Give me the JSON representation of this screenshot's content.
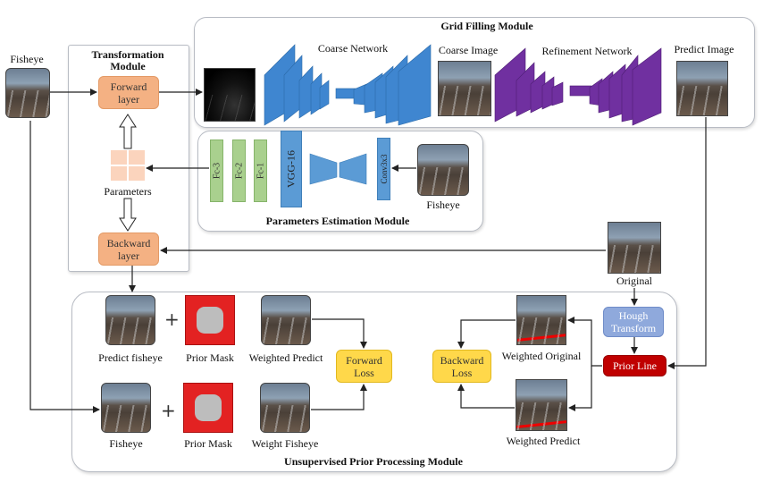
{
  "modules": {
    "grid_filling": "Grid Filling Module",
    "transformation": "Transformation\nModule",
    "parameters_estimation": "Parameters Estimation Module",
    "unsupervised": "Unsupervised Prior Processing Module"
  },
  "labels": {
    "fisheye_input": "Fisheye",
    "coarse_network": "Coarse Network",
    "coarse_image": "Coarse Image",
    "refinement_network": "Refinement Network",
    "predict_image": "Predict Image",
    "parameters": "Parameters",
    "fisheye_param": "Fisheye",
    "original": "Original",
    "predict_fisheye": "Predict fisheye",
    "prior_mask_top": "Prior Mask",
    "weighted_predict_top": "Weighted Predict",
    "fisheye_bottom": "Fisheye",
    "prior_mask_bottom": "Prior Mask",
    "weight_fisheye": "Weight Fisheye",
    "weighted_original": "Weighted Original",
    "weighted_predict_right": "Weighted Predict",
    "plus": "+"
  },
  "boxes": {
    "forward_layer": "Forward\nlayer",
    "backward_layer": "Backward\nlayer",
    "forward_loss": "Forward\nLoss",
    "backward_loss": "Backward\nLoss",
    "hough_transform": "Hough\nTransform",
    "prior_line": "Prior Line"
  },
  "layers": {
    "fc3": "Fc-3",
    "fc2": "Fc-2",
    "fc1": "Fc-1",
    "vgg": "VGG-16",
    "conv": "Conv3x3"
  },
  "colors": {
    "coarse_network": "#3f86d0",
    "refinement_network": "#7030a0",
    "orange_box": "#f4b183",
    "yellow_box": "#ffd84a",
    "hough_box": "#8fa9dc",
    "prior_line_box": "#c00000",
    "fc_layer": "#a9d08e",
    "vgg_layer": "#5b9bd5"
  }
}
